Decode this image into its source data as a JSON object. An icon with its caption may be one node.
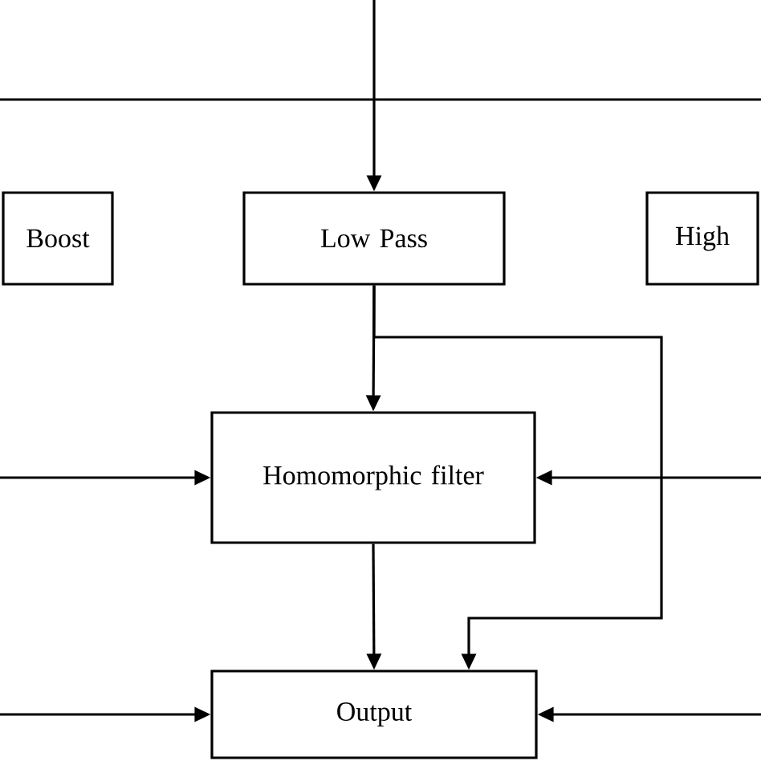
{
  "diagram": {
    "nodes": [
      {
        "text": [
          "Boost"
        ]
      },
      {
        "text": [
          "Low Pass"
        ]
      },
      {
        "text": [
          "High"
        ]
      },
      {
        "text": [
          "Homomorphic filter"
        ]
      },
      {
        "text": [
          "Output"
        ]
      }
    ],
    "edges": [
      {
        "from": null,
        "to": 1,
        "arrow": "to"
      },
      {
        "from": 1,
        "to": 3,
        "arrow": "to"
      },
      {
        "from": 1,
        "to": 4,
        "arrow": "to"
      },
      {
        "from": null,
        "to": 3,
        "arrow": "to"
      },
      {
        "from": null,
        "to": 3,
        "arrow": "to"
      },
      {
        "from": 3,
        "to": 4,
        "arrow": "to"
      },
      {
        "from": null,
        "to": 4,
        "arrow": "to"
      },
      {
        "from": null,
        "to": 4,
        "arrow": "to"
      }
    ]
  }
}
